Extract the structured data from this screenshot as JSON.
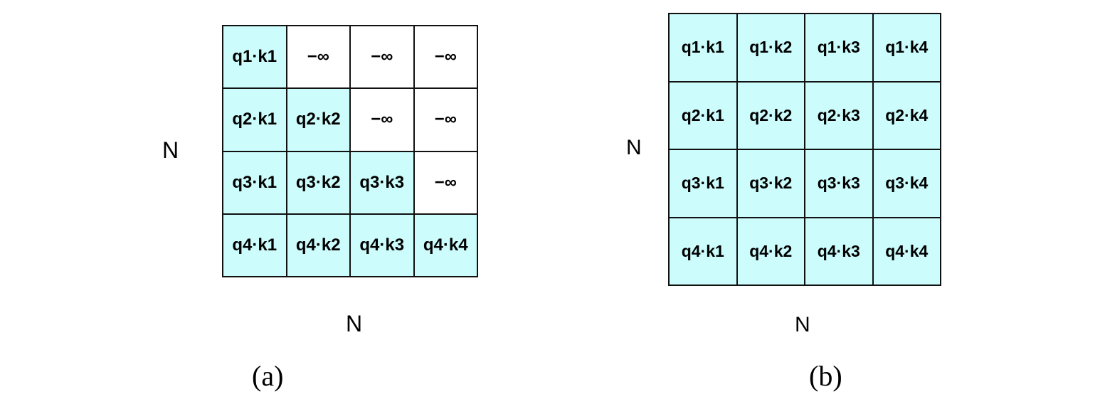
{
  "panel_a": {
    "row_label": "N",
    "col_label": "N",
    "caption": "(a)",
    "highlight_color": "#ccfcfc",
    "cells": [
      [
        {
          "text": "q1·k1",
          "active": true
        },
        {
          "text": "−∞",
          "active": false
        },
        {
          "text": "−∞",
          "active": false
        },
        {
          "text": "−∞",
          "active": false
        }
      ],
      [
        {
          "text": "q2·k1",
          "active": true
        },
        {
          "text": "q2·k2",
          "active": true
        },
        {
          "text": "−∞",
          "active": false
        },
        {
          "text": "−∞",
          "active": false
        }
      ],
      [
        {
          "text": "q3·k1",
          "active": true
        },
        {
          "text": "q3·k2",
          "active": true
        },
        {
          "text": "q3·k3",
          "active": true
        },
        {
          "text": "−∞",
          "active": false
        }
      ],
      [
        {
          "text": "q4·k1",
          "active": true
        },
        {
          "text": "q4·k2",
          "active": true
        },
        {
          "text": "q4·k3",
          "active": true
        },
        {
          "text": "q4·k4",
          "active": true
        }
      ]
    ]
  },
  "panel_b": {
    "row_label": "N",
    "col_label": "N",
    "caption": "(b)",
    "highlight_color": "#ccfcfc",
    "cells": [
      [
        {
          "text": "q1·k1",
          "active": true
        },
        {
          "text": "q1·k2",
          "active": true
        },
        {
          "text": "q1·k3",
          "active": true
        },
        {
          "text": "q1·k4",
          "active": true
        }
      ],
      [
        {
          "text": "q2·k1",
          "active": true
        },
        {
          "text": "q2·k2",
          "active": true
        },
        {
          "text": "q2·k3",
          "active": true
        },
        {
          "text": "q2·k4",
          "active": true
        }
      ],
      [
        {
          "text": "q3·k1",
          "active": true
        },
        {
          "text": "q3·k2",
          "active": true
        },
        {
          "text": "q3·k3",
          "active": true
        },
        {
          "text": "q3·k4",
          "active": true
        }
      ],
      [
        {
          "text": "q4·k1",
          "active": true
        },
        {
          "text": "q4·k2",
          "active": true
        },
        {
          "text": "q4·k3",
          "active": true
        },
        {
          "text": "q4·k4",
          "active": true
        }
      ]
    ]
  }
}
